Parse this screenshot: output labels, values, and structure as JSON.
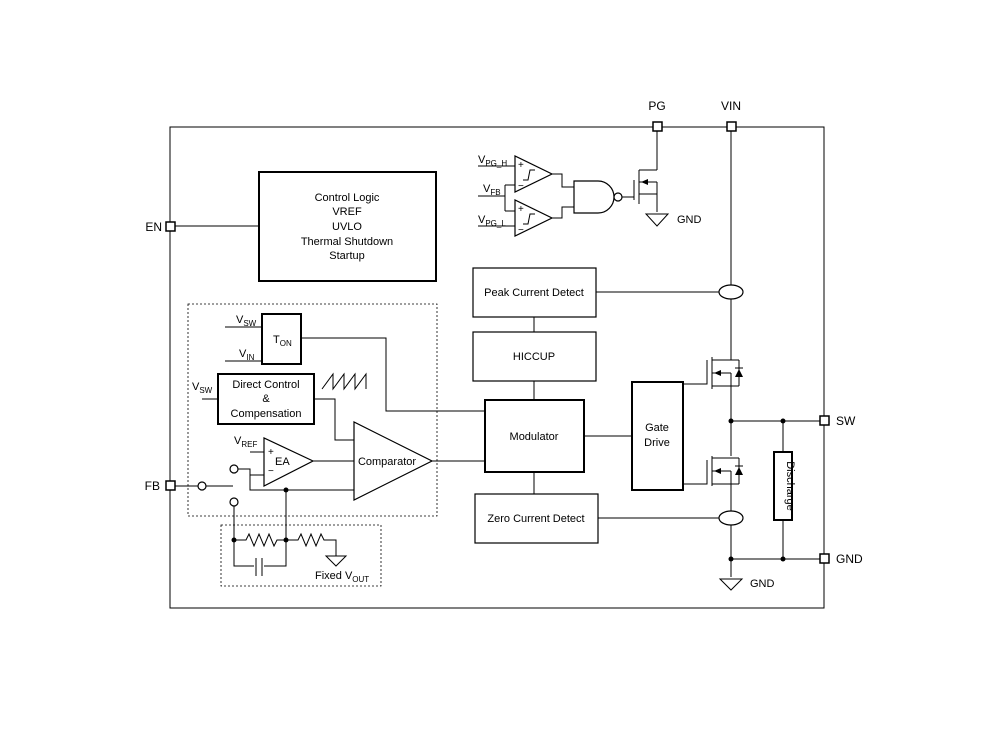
{
  "pins": {
    "pg": "PG",
    "vin": "VIN",
    "en": "EN",
    "fb": "FB",
    "sw": "SW",
    "gnd": "GND"
  },
  "blocks": {
    "control_logic": [
      "Control Logic",
      "VREF",
      "UVLO",
      "Thermal Shutdown",
      "Startup"
    ],
    "peak_current_detect": "Peak Current Detect",
    "hiccup": "HICCUP",
    "modulator": "Modulator",
    "zero_current_detect": "Zero Current Detect",
    "gate_drive": [
      "Gate",
      "Drive"
    ],
    "discharge": "Discharge",
    "ton": {
      "main": "T",
      "sub": "ON"
    },
    "direct_control": [
      "Direct Control",
      "&",
      "Compensation"
    ],
    "ea": "EA",
    "comparator": "Comparator"
  },
  "signals": {
    "v_sw_1": {
      "main": "V",
      "sub": "SW"
    },
    "v_in": {
      "main": "V",
      "sub": "IN"
    },
    "v_sw_2": {
      "main": "V",
      "sub": "SW"
    },
    "v_ref": {
      "main": "V",
      "sub": "REF"
    },
    "v_pg_h": {
      "main": "V",
      "sub": "PG_H"
    },
    "v_fb": {
      "main": "V",
      "sub": "FB"
    },
    "v_pg_l": {
      "main": "V",
      "sub": "PG_L"
    },
    "fixed_vout": {
      "main": "Fixed V",
      "sub": "OUT"
    },
    "plus": "+",
    "minus": "−"
  },
  "ground_labels": {
    "gnd_pg": "GND",
    "gnd_bottom": "GND"
  }
}
